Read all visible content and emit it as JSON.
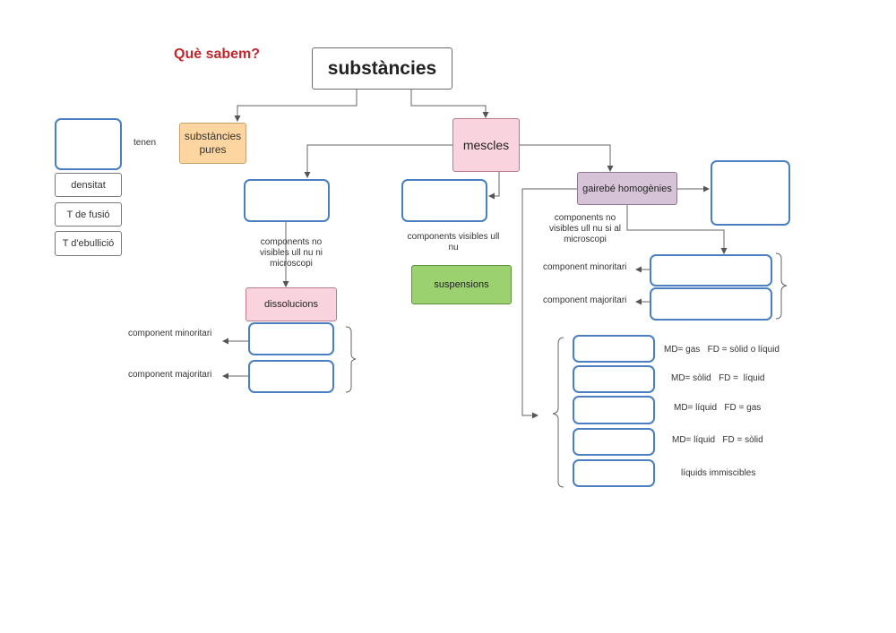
{
  "header": {
    "title": "Què sabem?"
  },
  "root": {
    "label": "substàncies"
  },
  "left_panel": {
    "tenen_label": "tenen",
    "properties": [
      "densitat",
      "T de fusió",
      "T d'ebullició"
    ]
  },
  "pures": {
    "label": "substàncies pures"
  },
  "mescles": {
    "label": "mescles"
  },
  "branch_dissolucions": {
    "caption": "components no visibles ull nu ni microscopi",
    "node": "dissolucions",
    "minor": "component minoritari",
    "major": "component majoritari"
  },
  "branch_suspensions": {
    "caption": "components visibles ull nu",
    "node": "suspensions"
  },
  "branch_gairebe": {
    "node": "gairebé homogènies",
    "caption": "components no visibles ull nu si al microscopi",
    "minor": "component minoritari",
    "major": "component majoritari",
    "types": [
      "MD= gas   FD = sòlid o líquid",
      "MD= sòlid   FD =  líquid",
      "MD= líquid   FD = gas",
      "MD= líquid   FD = sòlid",
      "líquids immiscibles"
    ]
  },
  "colors": {
    "title": "#c0282d",
    "blank_border": "#4a7fc1",
    "pures_fill": "#fdd5a0",
    "mescles_fill": "#f9d3de",
    "gairebe_fill": "#d7c3d8",
    "suspensions_fill": "#9bd26f"
  }
}
